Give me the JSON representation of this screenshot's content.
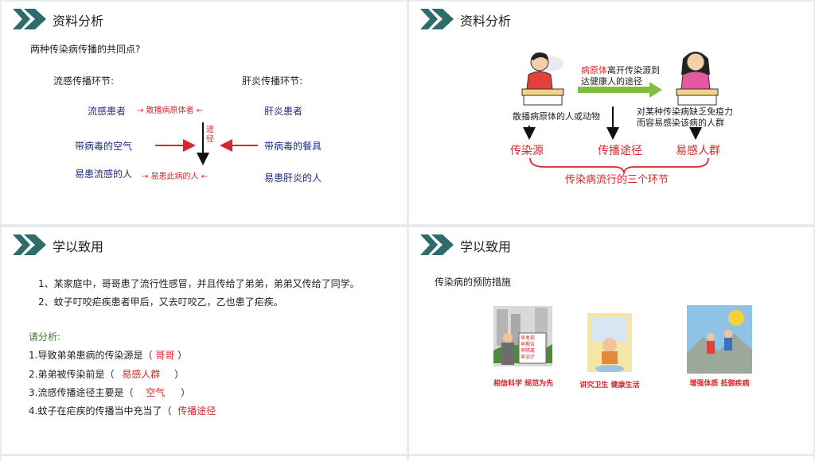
{
  "slide1": {
    "title": "资料分析",
    "question": "两种传染病传播的共同点?",
    "left_heading": "流感传播环节:",
    "right_heading": "肝炎传播环节:",
    "left": [
      "流感患者",
      "带病毒的空气",
      "易患流感的人"
    ],
    "right": [
      "肝炎患者",
      "带病毒的餐具",
      "易患肝炎的人"
    ],
    "ann1": "→ 散播病原体者 ←",
    "ann2": "途\n径",
    "ann3": "→ 易患此病的人 ←"
  },
  "slide2": {
    "title": "资料分析",
    "top_red": "病原体",
    "top_rest": "离开传染源到",
    "top_line2": "达健康人的途径",
    "desc_left": "散播病原体的人或动物",
    "desc_right_1": "对某种传染病缺乏免疫力",
    "desc_right_2": "而容易感染该病的人群",
    "labels": [
      "传染源",
      "传播途径",
      "易感人群"
    ],
    "summary": "传染病流行的三个环节"
  },
  "slide3": {
    "title": "学以致用",
    "cases": [
      "1、某家庭中，哥哥患了流行性感冒，并且传给了弟弟，弟弟又传给了同学。",
      "2、蚊子叮咬疟疾患者甲后，又去叮咬乙，乙也患了疟疾。"
    ],
    "analyze": "请分析:",
    "questions": [
      {
        "q": "1.导致弟弟患病的传染源是（",
        "a": "哥哥",
        "end": "）"
      },
      {
        "q": "2.弟弟被传染前是（",
        "a": "易感人群",
        "end": "）"
      },
      {
        "q": "3.流感传播途径主要是（",
        "a": "空气",
        "end": "）"
      },
      {
        "q": "4.蚊子在疟疾的传播当中充当了（",
        "a": "传播途径",
        "end": ""
      }
    ]
  },
  "slide4": {
    "title": "学以致用",
    "subtitle": "传染病的预防措施",
    "poster1_sign": "早发现\n早报告\n早隔离\n早治疗",
    "posters": [
      "相信科学 规范为先",
      "讲究卫生 健康生活",
      "增强体质 抵御疾病"
    ]
  },
  "colors": {
    "accent": "#2f6b6b",
    "red": "#d9262c",
    "navy": "#1f2b86",
    "green": "#3d7a2f"
  }
}
